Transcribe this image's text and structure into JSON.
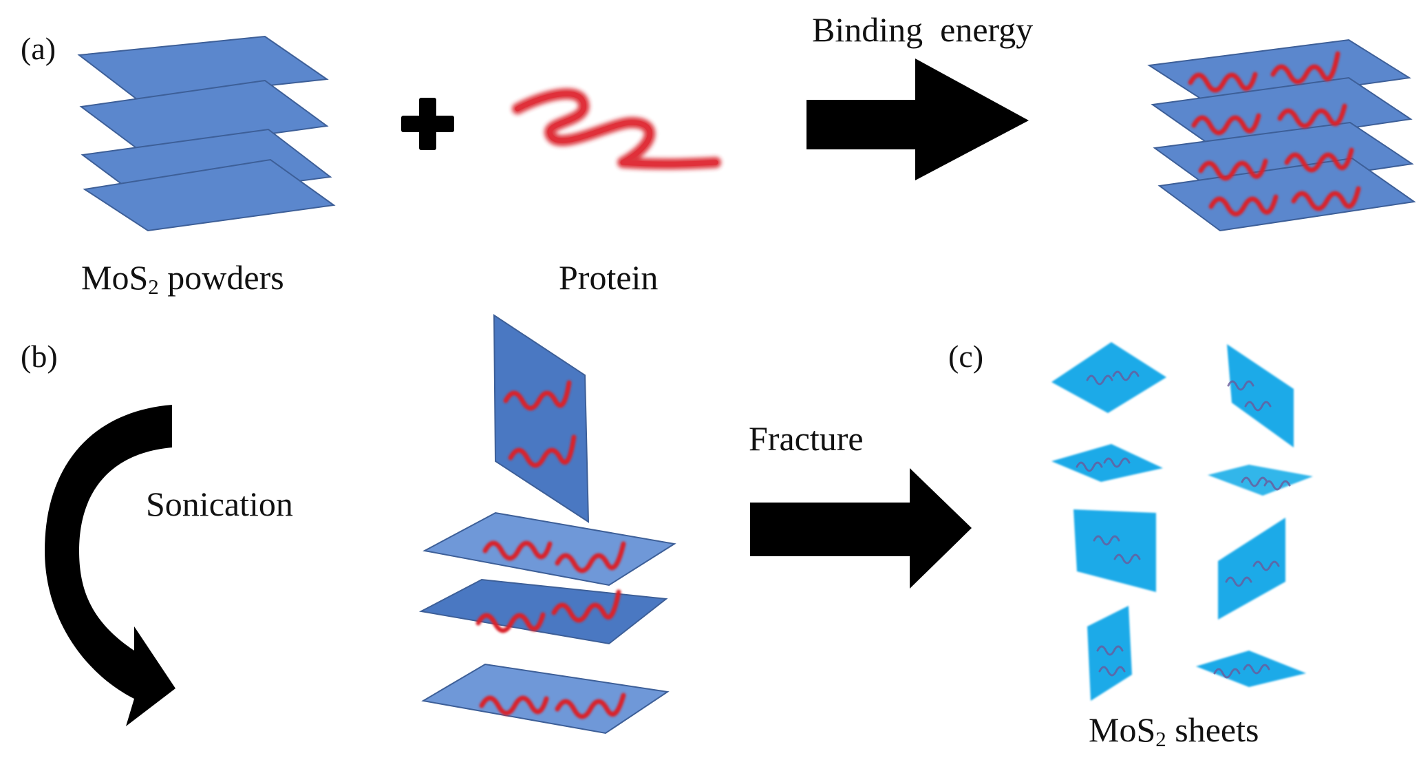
{
  "panels": {
    "a": {
      "letter": "(a)"
    },
    "b": {
      "letter": "(b)"
    },
    "c": {
      "letter": "(c)"
    }
  },
  "labels": {
    "mos2_powders": {
      "prefix": "MoS",
      "subscript": "2",
      "suffix": " powders"
    },
    "protein": "Protein",
    "binding_energy": "Binding  energy",
    "sonication": "Sonication",
    "fracture": "Fracture",
    "mos2_sheets": {
      "prefix": "MoS",
      "subscript": "2",
      "suffix": " sheets"
    }
  },
  "colors": {
    "layer_fill": "#5b87cd",
    "layer_fill_light": "#6f98d8",
    "layer_edge": "#3d5f98",
    "sheet_fill": "#1aaae8",
    "protein": "#d9242b",
    "arrow": "#000000",
    "text": "#111111"
  }
}
